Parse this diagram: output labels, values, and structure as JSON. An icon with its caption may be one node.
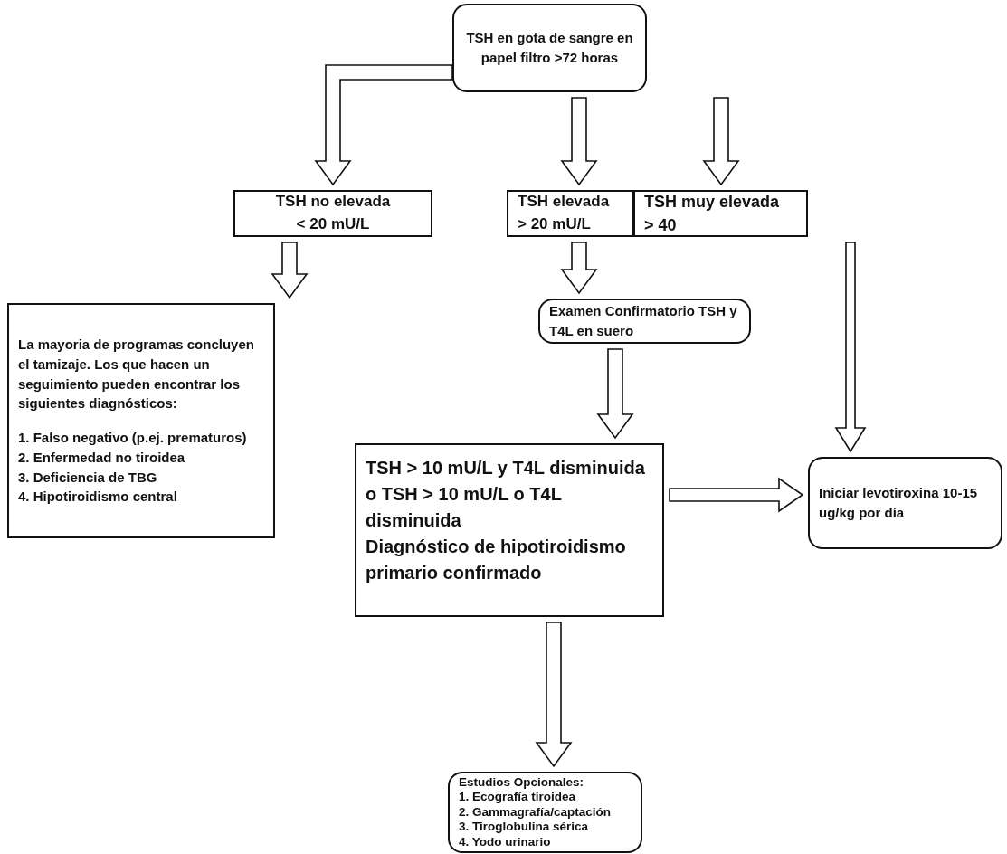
{
  "diagram": {
    "nodes": [
      {
        "text": [
          "TSH en gota de sangre en papel filtro >72 horas"
        ]
      },
      {
        "text": [
          "TSH no elevada < 20 mU/L"
        ]
      },
      {
        "text": [
          "TSH elevada > 20 mU/L"
        ]
      },
      {
        "text": [
          "TSH muy elevada > 40"
        ]
      },
      {
        "text": [
          "La mayoria de programas concluyen el tamizaje. Los que hacen un seguimiento pueden encontrar los siguientes diagnósticos:",
          "1. Falso negativo (p.ej. prematuros)",
          "2. Enfermedad no tiroidea",
          "3. Deficiencia de TBG",
          "4. Hipotiroidismo central"
        ]
      },
      {
        "text": [
          "Examen Confirmatorio TSH y T4L en suero"
        ]
      },
      {
        "text": [
          "TSH > 10 mU/L y T4L disminuida o TSH > 10 mU/L o T4L disminuida",
          "Diagnóstico de hipotiroidismo primario confirmado"
        ]
      },
      {
        "text": [
          "Iniciar levotiroxina 10-15 ug/kg por día"
        ]
      },
      {
        "text": [
          "Estudios Opcionales:",
          "1. Ecografía tiroidea",
          "2. Gammagrafía/captación",
          "3. Tiroglobulina sérica",
          "4. Yodo urinario"
        ]
      }
    ],
    "edges": [
      {
        "from": 0,
        "to": 1,
        "arrow": "to"
      },
      {
        "from": 0,
        "to": 2,
        "arrow": "to"
      },
      {
        "from": 0,
        "to": 3,
        "arrow": "to"
      },
      {
        "from": 1,
        "to": 4,
        "arrow": "to"
      },
      {
        "from": 2,
        "to": 5,
        "arrow": "to"
      },
      {
        "from": 3,
        "to": 7,
        "arrow": "to"
      },
      {
        "from": 5,
        "to": 6,
        "arrow": "to"
      },
      {
        "from": 6,
        "to": 7,
        "arrow": "to"
      },
      {
        "from": 6,
        "to": 8,
        "arrow": "to"
      }
    ]
  }
}
